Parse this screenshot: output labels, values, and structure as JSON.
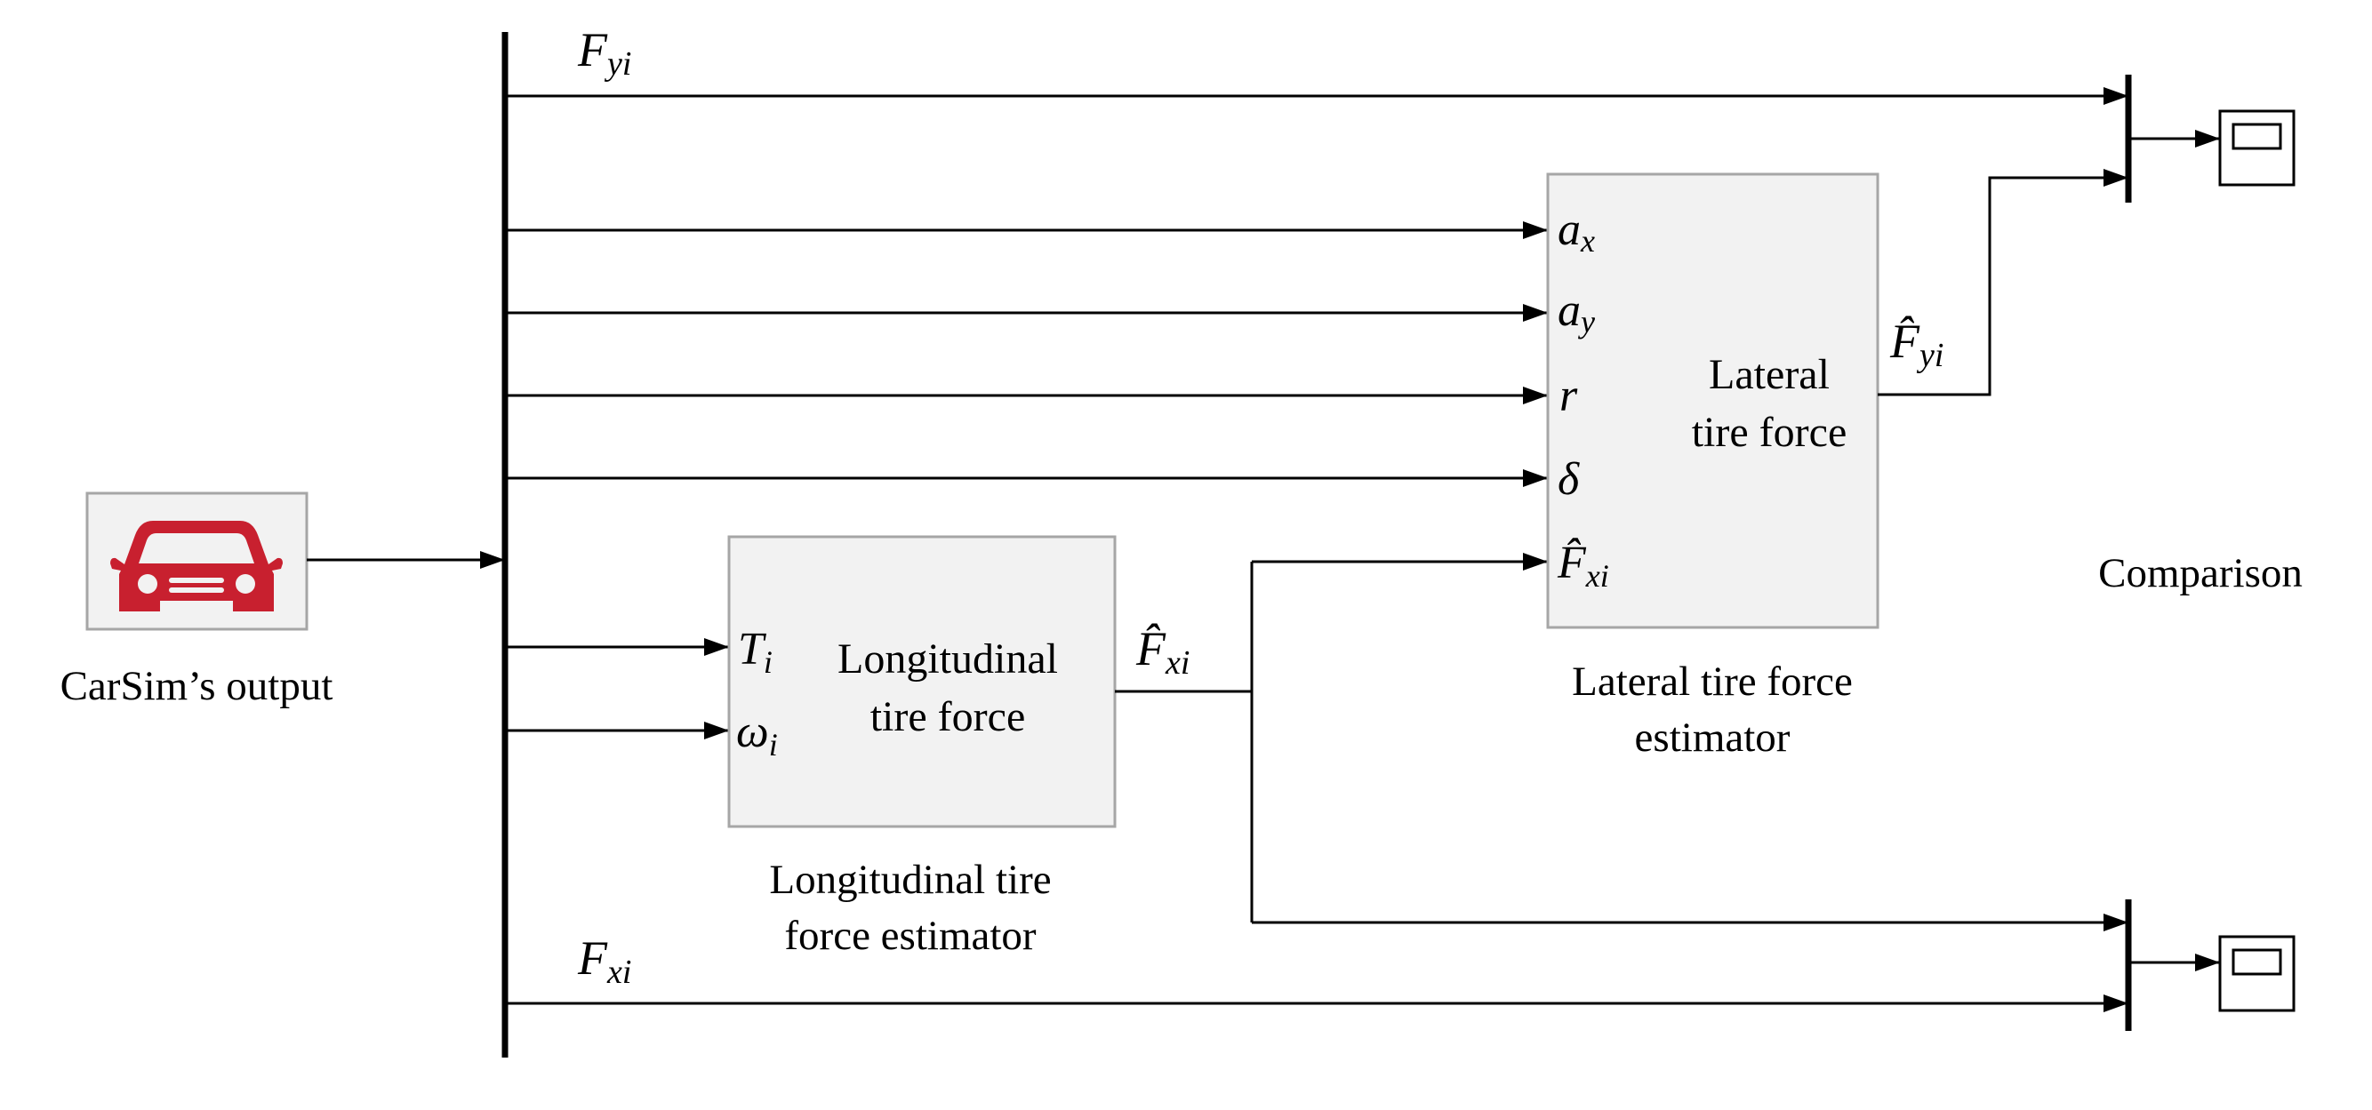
{
  "carsim": {
    "label": "CarSim’s output",
    "icon": "car-icon",
    "icon_color": "#c8202f"
  },
  "signals": {
    "fyi_main": "F",
    "fyi_sub": "yi",
    "fxi_main": "F",
    "fxi_sub": "xi"
  },
  "longitudinal_block": {
    "title_line1": "Longitudinal",
    "title_line2": "tire force",
    "caption_line1": "Longitudinal tire",
    "caption_line2": "force estimator",
    "inputs": [
      {
        "main": "T",
        "sub": "i"
      },
      {
        "main": "ω",
        "sub": "i"
      }
    ],
    "output": {
      "main": "F̂",
      "sub": "xi"
    }
  },
  "lateral_block": {
    "title_line1": "Lateral",
    "title_line2": "tire force",
    "caption_line1": "Lateral tire force",
    "caption_line2": "estimator",
    "inputs": [
      {
        "main": "a",
        "sub": "x"
      },
      {
        "main": "a",
        "sub": "y"
      },
      {
        "main": "r",
        "sub": ""
      },
      {
        "main": "δ",
        "sub": ""
      },
      {
        "main": "F̂",
        "sub": "xi"
      }
    ],
    "output": {
      "main": "F̂",
      "sub": "yi"
    }
  },
  "comparison": {
    "label": "Comparison",
    "scope_icon": "scope-icon"
  },
  "colors": {
    "block_fill": "#f2f2f2",
    "block_stroke": "#a6a6a6",
    "line": "#000000"
  }
}
